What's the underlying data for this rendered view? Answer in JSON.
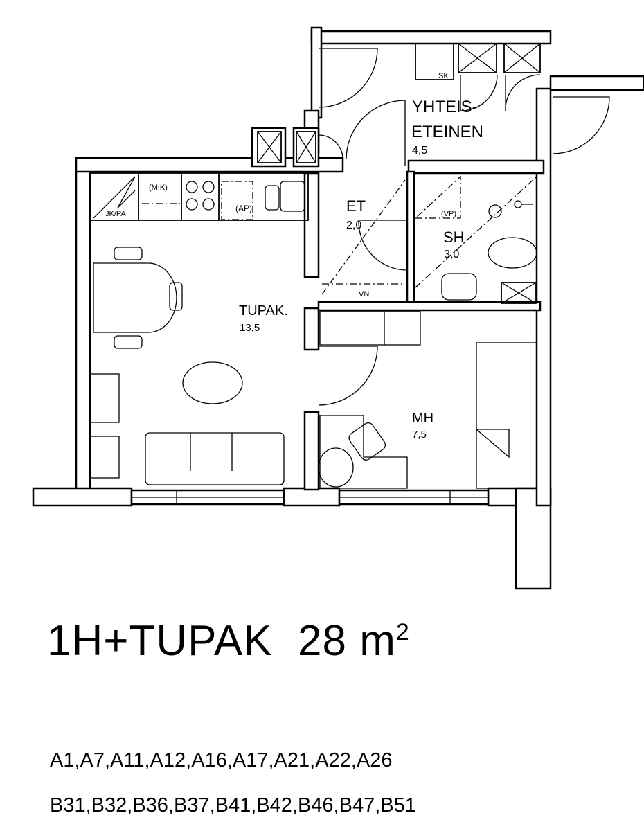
{
  "rooms": {
    "hall": {
      "name_line1": "YHTEIS-",
      "name_line2": "ETEINEN",
      "area": "4,5"
    },
    "entry": {
      "name": "ET",
      "area": "2,0"
    },
    "bath": {
      "name": "SH",
      "area": "3,0"
    },
    "living": {
      "name": "TUPAK.",
      "area": "13,5"
    },
    "bedroom": {
      "name": "MH",
      "area": "7,5"
    }
  },
  "fixtures": {
    "fridge": "JK/PA",
    "microwave": "(MIK)",
    "dishwasher": "(AP)",
    "washer": "(VP)",
    "closet": "VN",
    "storage": "SK"
  },
  "plan": {
    "type": "1H+TUPAK",
    "area_value": "28 m",
    "area_unit_exp": "2"
  },
  "apartments": {
    "row_a": "A1,A7,A11,A12,A16,A17,A21,A22,A26",
    "row_b": "B31,B32,B36,B37,B41,B42,B46,B47,B51"
  }
}
